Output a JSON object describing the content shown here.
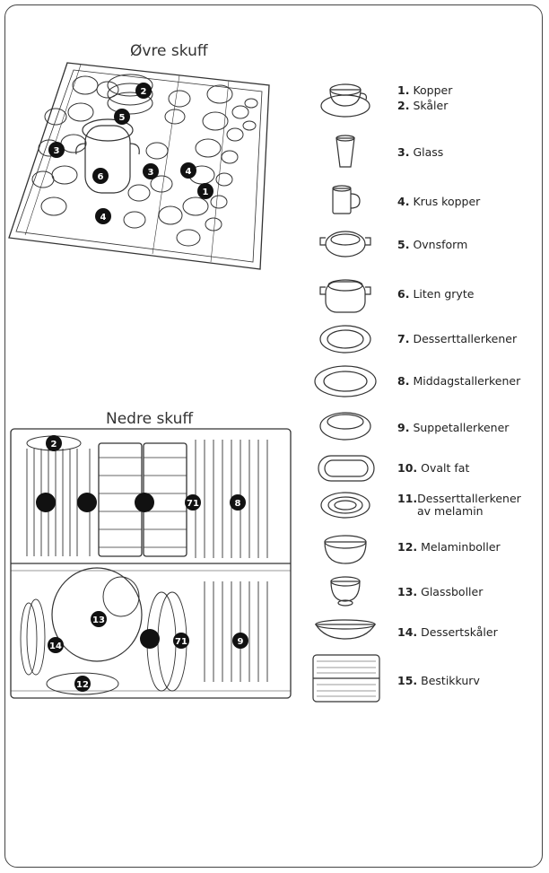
{
  "upper_rack": {
    "title": "Øvre skuff",
    "markers": [
      {
        "label": "1"
      },
      {
        "label": "2"
      },
      {
        "label": "3"
      },
      {
        "label": "3"
      },
      {
        "label": "4"
      },
      {
        "label": "4"
      },
      {
        "label": "5"
      },
      {
        "label": "6"
      }
    ]
  },
  "lower_rack": {
    "title": "Nedre skuff",
    "markers": [
      {
        "label": "2"
      },
      {
        "label": ""
      },
      {
        "label": ""
      },
      {
        "label": ""
      },
      {
        "label": "71"
      },
      {
        "label": "8"
      },
      {
        "label": "13"
      },
      {
        "label": "14"
      },
      {
        "label": ""
      },
      {
        "label": "71"
      },
      {
        "label": "9"
      },
      {
        "label": "12"
      }
    ]
  },
  "legend": [
    {
      "num": "1.",
      "label": "Kopper",
      "icon": "cup-saucer-icon"
    },
    {
      "num": "2.",
      "label": "Skåler",
      "icon": "cup-saucer-icon"
    },
    {
      "num": "3.",
      "label": "Glass",
      "icon": "glass-icon"
    },
    {
      "num": "4.",
      "label": "Krus kopper",
      "icon": "mug-icon"
    },
    {
      "num": "5.",
      "label": "Ovnsform",
      "icon": "ovenware-icon"
    },
    {
      "num": "6.",
      "label": "Liten gryte",
      "icon": "small-pot-icon"
    },
    {
      "num": "7.",
      "label": "Desserttallerkener",
      "icon": "dessert-plate-icon"
    },
    {
      "num": "8.",
      "label": "Middagstallerkener",
      "icon": "dinner-plate-icon"
    },
    {
      "num": "9.",
      "label": "Suppetallerkener",
      "icon": "soup-plate-icon"
    },
    {
      "num": "10.",
      "label": "Ovalt fat",
      "icon": "oval-platter-icon"
    },
    {
      "num": "11.",
      "label": "Desserttallerkener",
      "label2": "av melamin",
      "icon": "melamine-plate-icon"
    },
    {
      "num": "12.",
      "label": "Melaminboller",
      "icon": "melamine-bowl-icon"
    },
    {
      "num": "13.",
      "label": "Glassboller",
      "icon": "glass-bowl-icon"
    },
    {
      "num": "14.",
      "label": "Dessertskåler",
      "icon": "dessert-bowl-icon"
    },
    {
      "num": "15.",
      "label": "Bestikkurv",
      "icon": "cutlery-basket-icon"
    }
  ]
}
